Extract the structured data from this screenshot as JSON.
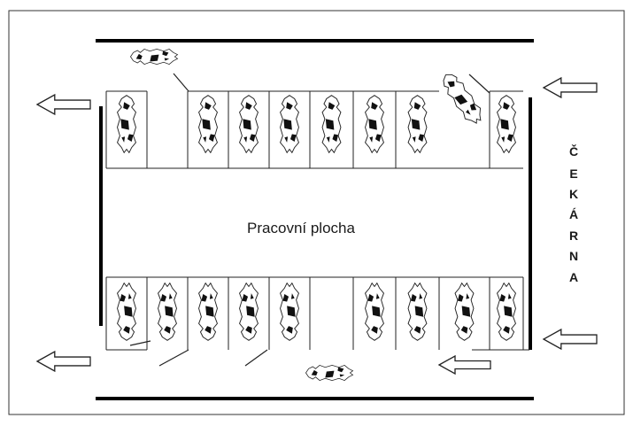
{
  "diagram": {
    "work_area_label": "Pracovní plocha",
    "waiting_room_letters": [
      "Č",
      "E",
      "K",
      "Á",
      "R",
      "N",
      "A"
    ],
    "top_stalls_occupied": [
      true,
      false,
      true,
      true,
      true,
      true,
      true,
      true,
      false,
      true
    ],
    "bottom_stalls_occupied": [
      true,
      true,
      true,
      true,
      true,
      false,
      true,
      true,
      true,
      true
    ],
    "arrows": [
      {
        "id": "exit-top-left",
        "direction": "left"
      },
      {
        "id": "exit-bottom-left",
        "direction": "left"
      },
      {
        "id": "entry-top-right",
        "direction": "left"
      },
      {
        "id": "entry-bottom-right",
        "direction": "left"
      },
      {
        "id": "flow-bottom-lane",
        "direction": "left"
      }
    ],
    "colors": {
      "line": "#000000",
      "outline": "#222222",
      "cow_spot": "#111111",
      "background": "#ffffff"
    },
    "icons": [
      "cow-icon",
      "arrow-left-icon"
    ]
  }
}
